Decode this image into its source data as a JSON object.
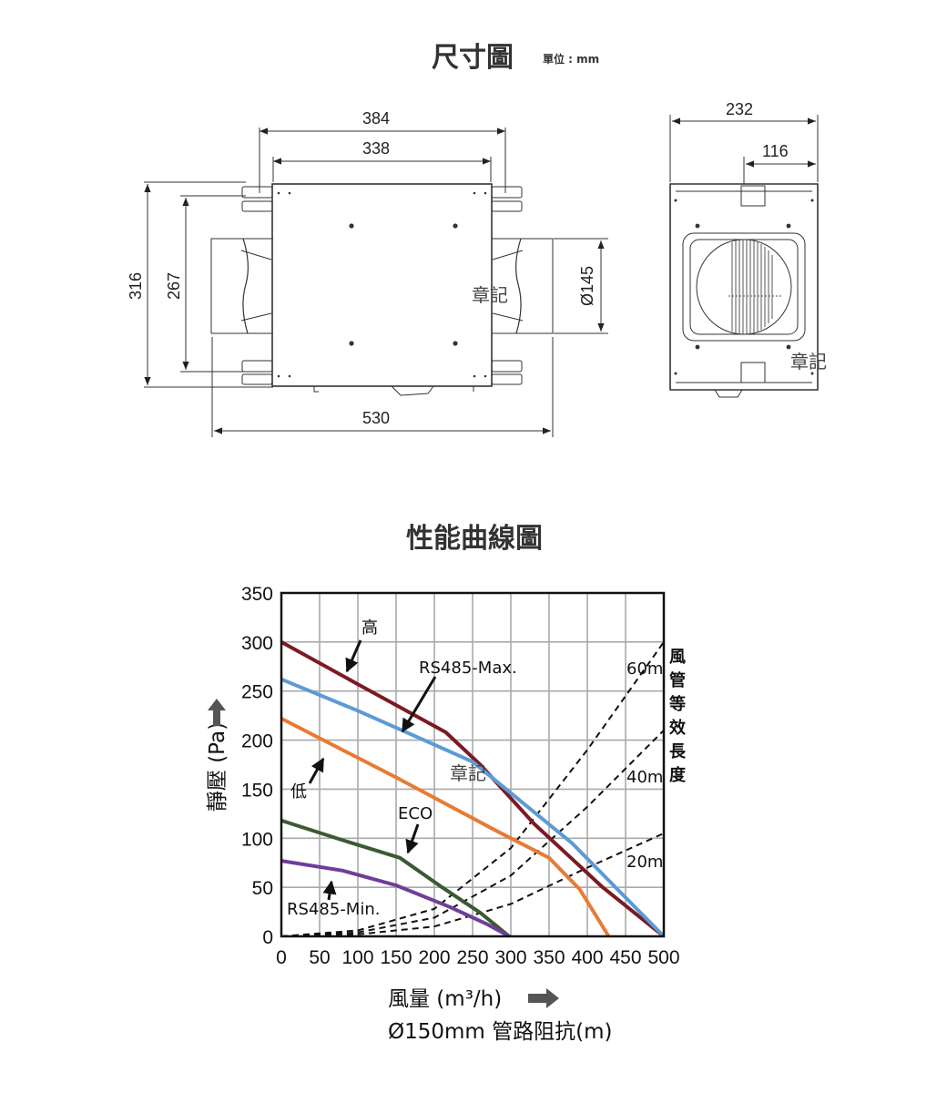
{
  "dimension_drawing": {
    "title": "尺寸圖",
    "unit": "單位 : mm",
    "front_view": {
      "width_outer": "384",
      "width_inner": "338",
      "height_outer": "316",
      "height_inner": "267",
      "length_total": "530",
      "duct_diameter": "Ø145",
      "watermark": "章記"
    },
    "side_view": {
      "width_outer": "232",
      "width_half": "116",
      "watermark": "章記"
    }
  },
  "performance_chart": {
    "title": "性能曲線圖",
    "watermark": "章記",
    "y_axis_label": "靜壓 (Pa)",
    "x_axis_label": "風量 (m³/h)",
    "x_axis_sublabel": "Ø150mm 管路阻抗(m)",
    "duct_length_label": [
      "風",
      "管",
      "等",
      "效",
      "長",
      "度"
    ],
    "annotations": {
      "high": "高",
      "rs485_max": "RS485-Max.",
      "low": "低",
      "eco": "ECO",
      "rs485_min": "RS485-Min."
    }
  },
  "chart_data": {
    "type": "line",
    "xlim": [
      0,
      500
    ],
    "ylim": [
      0,
      350
    ],
    "x_ticks": [
      0,
      50,
      100,
      150,
      200,
      250,
      300,
      350,
      400,
      450,
      500
    ],
    "y_ticks": [
      0,
      50,
      100,
      150,
      200,
      250,
      300,
      350
    ],
    "grid": true,
    "series": [
      {
        "name": "高",
        "color": "#7b1a22",
        "points": [
          [
            0,
            300
          ],
          [
            100,
            257
          ],
          [
            215,
            208
          ],
          [
            260,
            175
          ],
          [
            330,
            115
          ],
          [
            420,
            50
          ],
          [
            500,
            0
          ]
        ]
      },
      {
        "name": "RS485-Max.",
        "color": "#5b9bd5",
        "points": [
          [
            0,
            262
          ],
          [
            100,
            230
          ],
          [
            250,
            178
          ],
          [
            380,
            95
          ],
          [
            500,
            0
          ]
        ]
      },
      {
        "name": "低",
        "color": "#e87b34",
        "points": [
          [
            0,
            222
          ],
          [
            150,
            162
          ],
          [
            280,
            108
          ],
          [
            350,
            80
          ],
          [
            390,
            48
          ],
          [
            428,
            0
          ]
        ]
      },
      {
        "name": "ECO",
        "color": "#3b5a32",
        "points": [
          [
            0,
            118
          ],
          [
            80,
            98
          ],
          [
            155,
            80
          ],
          [
            210,
            50
          ],
          [
            260,
            24
          ],
          [
            298,
            0
          ]
        ]
      },
      {
        "name": "RS485-Min.",
        "color": "#6f3d9a",
        "points": [
          [
            0,
            77
          ],
          [
            80,
            67
          ],
          [
            150,
            52
          ],
          [
            220,
            30
          ],
          [
            270,
            12
          ],
          [
            298,
            0
          ]
        ]
      }
    ],
    "resistance_curves": [
      {
        "name": "60m",
        "points": [
          [
            0,
            0
          ],
          [
            100,
            6
          ],
          [
            200,
            28
          ],
          [
            300,
            90
          ],
          [
            400,
            190
          ],
          [
            500,
            300
          ]
        ]
      },
      {
        "name": "40m",
        "points": [
          [
            0,
            0
          ],
          [
            100,
            4
          ],
          [
            200,
            19
          ],
          [
            300,
            62
          ],
          [
            400,
            132
          ],
          [
            500,
            210
          ]
        ]
      },
      {
        "name": "20m",
        "points": [
          [
            0,
            0
          ],
          [
            100,
            2
          ],
          [
            200,
            10
          ],
          [
            300,
            33
          ],
          [
            400,
            70
          ],
          [
            500,
            105
          ]
        ]
      }
    ]
  }
}
